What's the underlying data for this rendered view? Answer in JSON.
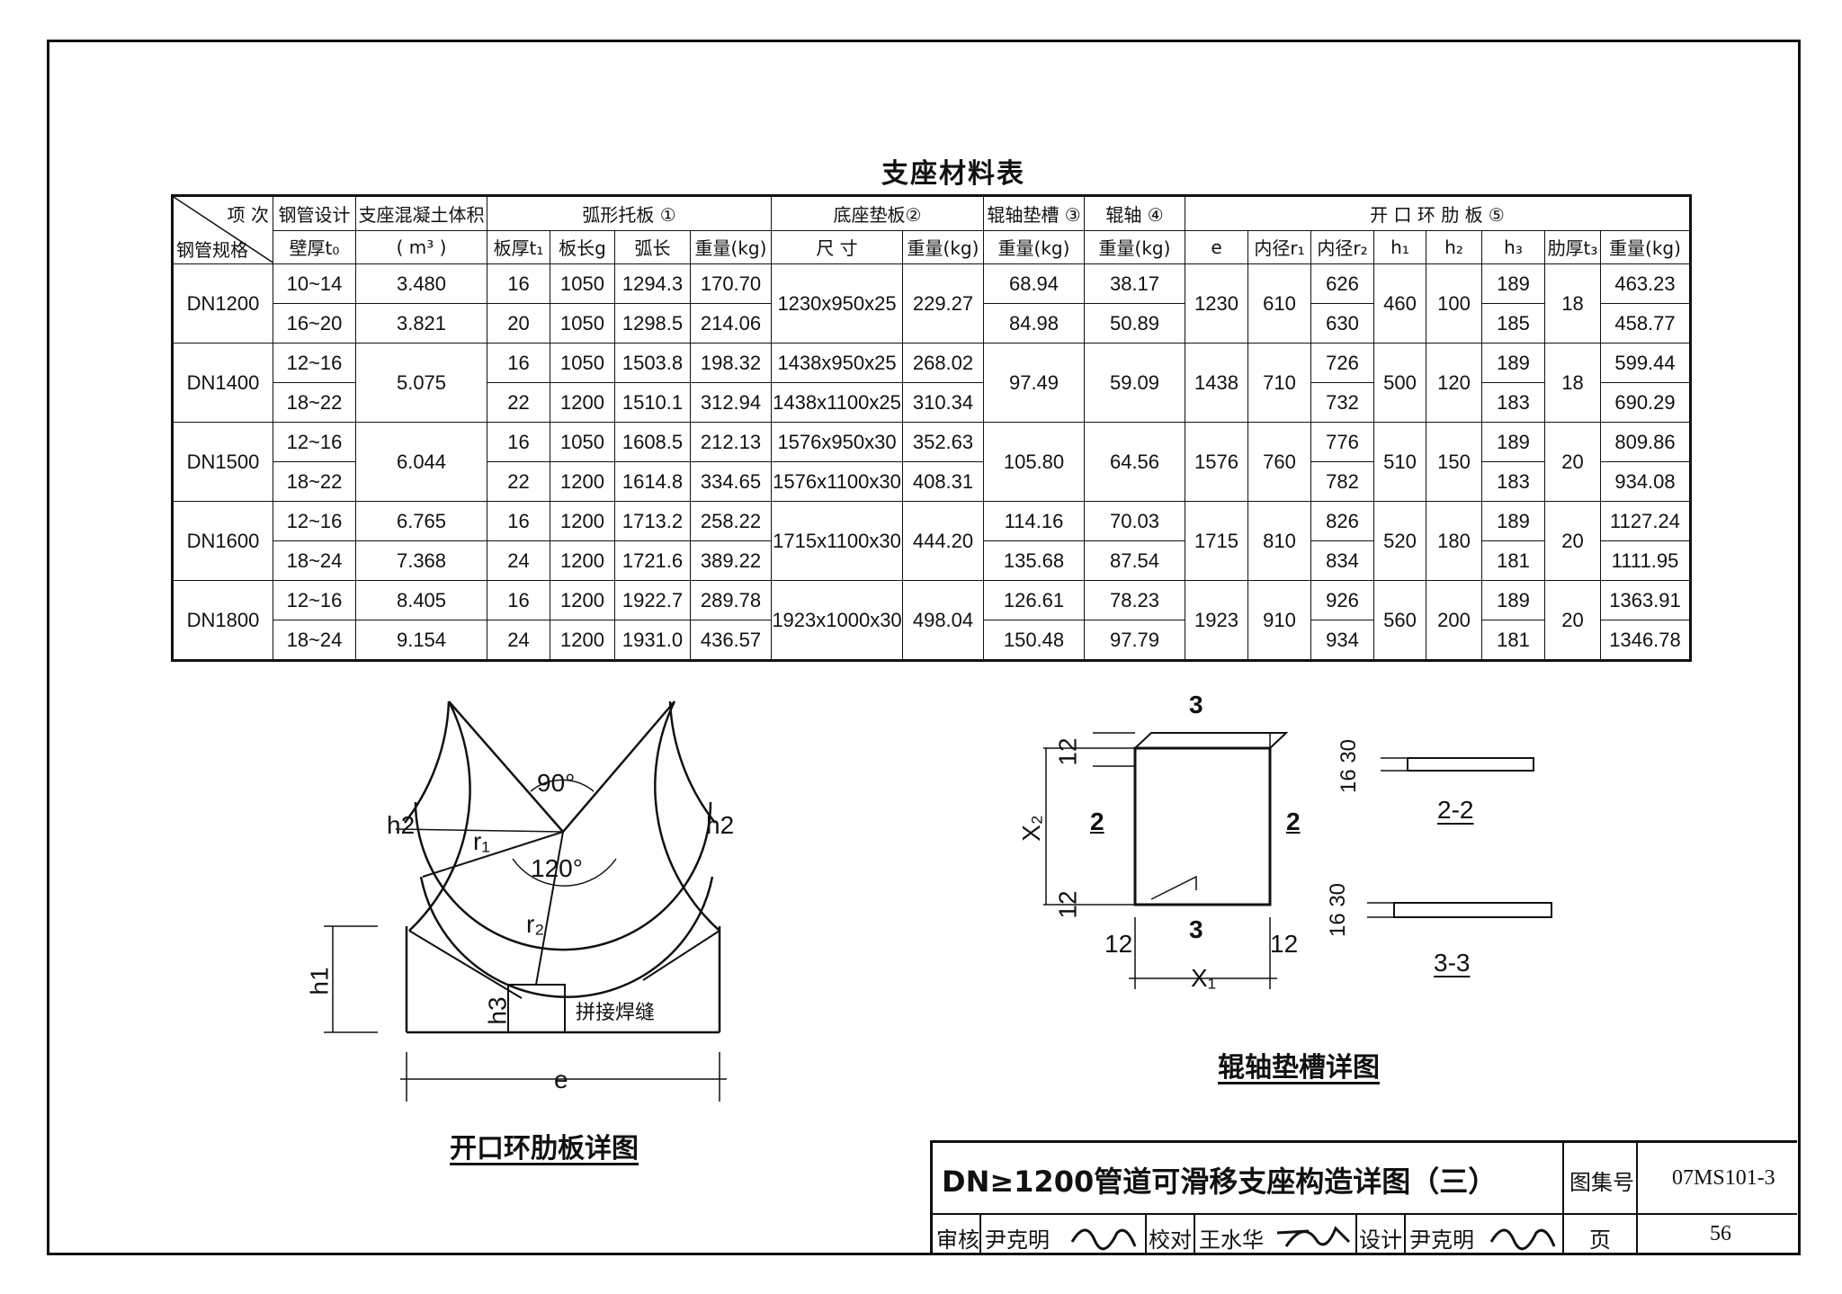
{
  "table_title": "支座材料表",
  "header": {
    "corner_top": "项 次",
    "corner_bottom": "钢管规格",
    "wall_top": "钢管设计",
    "wall_bottom": "壁厚t₀",
    "concrete_top": "支座混凝土体积",
    "concrete_bottom": "( m³ )",
    "arc_plate": "弧形托板 ①",
    "base_plate": "底座垫板②",
    "roller_groove": "辊轴垫槽 ③",
    "roller": "辊轴 ④",
    "rib_plate": "开 口 环 肋 板 ⑤",
    "sub": [
      "板厚t₁",
      "板长g",
      "弧长",
      "重量(kg)",
      "尺 寸",
      "重量(kg)",
      "重量(kg)",
      "重量(kg)",
      "e",
      "内径r₁",
      "内径r₂",
      "h₁",
      "h₂",
      "h₃",
      "肋厚t₃",
      "重量(kg)"
    ]
  },
  "rows": [
    {
      "spec": "DN1200",
      "rows": [
        {
          "t0": "10~14",
          "vol": "3.480",
          "t1": "16",
          "g": "1050",
          "arc": "1294.3",
          "w1": "170.70",
          "r2": "626",
          "h3": "189",
          "w5": "463.23",
          "w3": "68.94",
          "w4": "38.17"
        },
        {
          "t0": "16~20",
          "vol": "3.821",
          "t1": "20",
          "g": "1050",
          "arc": "1298.5",
          "w1": "214.06",
          "r2": "630",
          "h3": "185",
          "w5": "458.77",
          "w3": "84.98",
          "w4": "50.89"
        }
      ],
      "size": [
        "1230x950x25"
      ],
      "w2": [
        "229.27"
      ],
      "e": "1230",
      "r1": "610",
      "h1": "460",
      "h2": "100",
      "t3": "18"
    },
    {
      "spec": "DN1400",
      "rows": [
        {
          "t0": "12~16",
          "t1": "16",
          "g": "1050",
          "arc": "1503.8",
          "w1": "198.32",
          "r2": "726",
          "h3": "189",
          "w5": "599.44"
        },
        {
          "t0": "18~22",
          "t1": "22",
          "g": "1200",
          "arc": "1510.1",
          "w1": "312.94",
          "r2": "732",
          "h3": "183",
          "w5": "690.29"
        }
      ],
      "vol": "5.075",
      "size": [
        "1438x950x25",
        "1438x1100x25"
      ],
      "w2": [
        "268.02",
        "310.34"
      ],
      "w3": "97.49",
      "w4": "59.09",
      "e": "1438",
      "r1": "710",
      "h1": "500",
      "h2": "120",
      "t3": "18"
    },
    {
      "spec": "DN1500",
      "rows": [
        {
          "t0": "12~16",
          "t1": "16",
          "g": "1050",
          "arc": "1608.5",
          "w1": "212.13",
          "r2": "776",
          "h3": "189",
          "w5": "809.86"
        },
        {
          "t0": "18~22",
          "t1": "22",
          "g": "1200",
          "arc": "1614.8",
          "w1": "334.65",
          "r2": "782",
          "h3": "183",
          "w5": "934.08"
        }
      ],
      "vol": "6.044",
      "size": [
        "1576x950x30",
        "1576x1100x30"
      ],
      "w2": [
        "352.63",
        "408.31"
      ],
      "w3": "105.80",
      "w4": "64.56",
      "e": "1576",
      "r1": "760",
      "h1": "510",
      "h2": "150",
      "t3": "20"
    },
    {
      "spec": "DN1600",
      "rows": [
        {
          "t0": "12~16",
          "vol": "6.765",
          "t1": "16",
          "g": "1200",
          "arc": "1713.2",
          "w1": "258.22",
          "r2": "826",
          "h3": "189",
          "w5": "1127.24",
          "w3": "114.16",
          "w4": "70.03"
        },
        {
          "t0": "18~24",
          "vol": "7.368",
          "t1": "24",
          "g": "1200",
          "arc": "1721.6",
          "w1": "389.22",
          "r2": "834",
          "h3": "181",
          "w5": "1111.95",
          "w3": "135.68",
          "w4": "87.54"
        }
      ],
      "size": [
        "1715x1100x30"
      ],
      "w2": [
        "444.20"
      ],
      "e": "1715",
      "r1": "810",
      "h1": "520",
      "h2": "180",
      "t3": "20"
    },
    {
      "spec": "DN1800",
      "rows": [
        {
          "t0": "12~16",
          "vol": "8.405",
          "t1": "16",
          "g": "1200",
          "arc": "1922.7",
          "w1": "289.78",
          "r2": "926",
          "h3": "189",
          "w5": "1363.91",
          "w3": "126.61",
          "w4": "78.23"
        },
        {
          "t0": "18~24",
          "vol": "9.154",
          "t1": "24",
          "g": "1200",
          "arc": "1931.0",
          "w1": "436.57",
          "r2": "934",
          "h3": "181",
          "w5": "1346.78",
          "w3": "150.48",
          "w4": "97.79"
        }
      ],
      "size": [
        "1923x1000x30"
      ],
      "w2": [
        "498.04"
      ],
      "e": "1923",
      "r1": "910",
      "h1": "560",
      "h2": "200",
      "t3": "20"
    }
  ],
  "rib_drawing": {
    "angle_top": "90°",
    "angle_mid": "120°",
    "r1": "r₁",
    "r2": "r₂",
    "h1": "h1",
    "h2_left": "h2",
    "h2_right": "h2",
    "h3": "h3",
    "e": "e",
    "weld": "拼接焊缝",
    "caption": "开口环肋板详图"
  },
  "groove_drawing": {
    "sec3_top": "3",
    "sec3_bottom": "3",
    "sec2_left": "2",
    "sec2_right": "2",
    "x2": "X₂",
    "x1": "X₁",
    "dim12": "12",
    "dim_16_30": "16 30",
    "sec22": "2-2",
    "sec33": "3-3",
    "caption": "辊轴垫槽详图"
  },
  "title_block": {
    "title": "DN≥1200管道可滑移支座构造详图（三）",
    "atlas_label": "图集号",
    "atlas_no": "07MS101-3",
    "review_label": "审核",
    "review_name": "尹克明",
    "check_label": "校对",
    "check_name": "王水华",
    "design_label": "设计",
    "design_name": "尹克明",
    "page_label": "页",
    "page_no": "56"
  }
}
